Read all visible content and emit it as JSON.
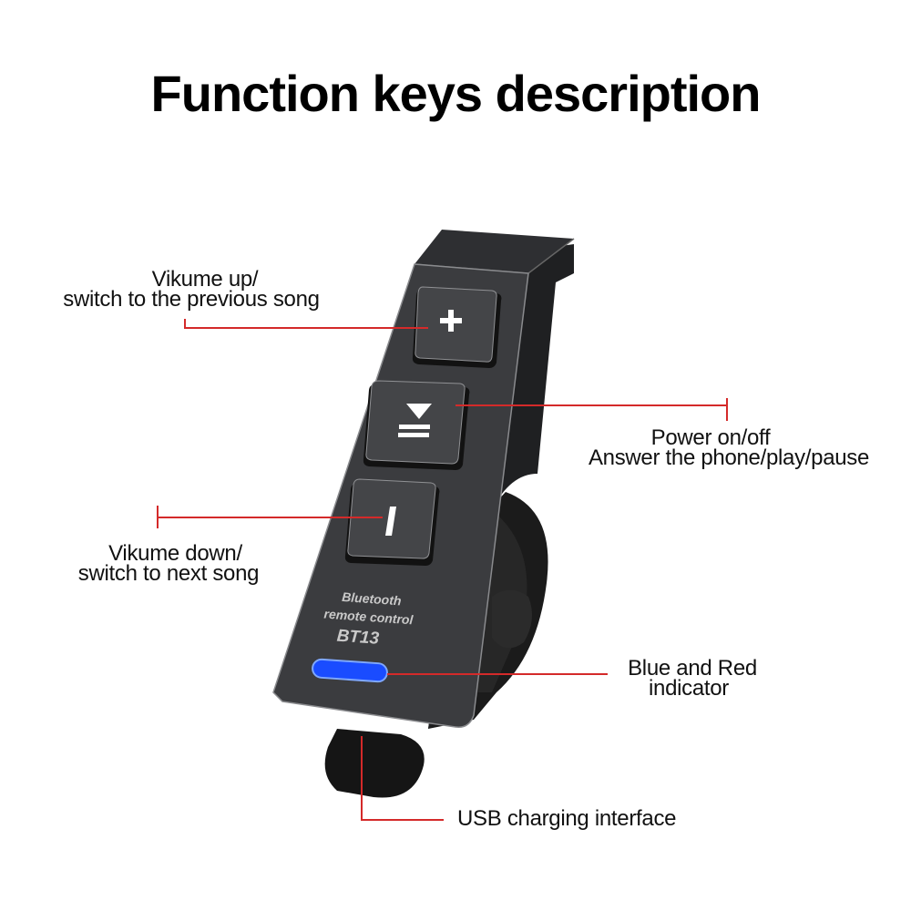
{
  "header": {
    "title": "Function keys description"
  },
  "callouts": {
    "volume_up": {
      "line1": "Vikume up/",
      "line2": "switch to the previous song"
    },
    "power": {
      "line1": "Power on/off",
      "line2": "Answer the phone/play/pause"
    },
    "volume_down": {
      "line1": "Vikume down/",
      "line2": "switch to next song"
    },
    "indicator": {
      "line1": "Blue and Red",
      "line2": "indicator"
    },
    "usb": {
      "line1": "USB charging interface"
    }
  },
  "device": {
    "brand_line1": "Bluetooth",
    "brand_line2": "remote control",
    "model": "BT13",
    "buttons": [
      {
        "icon": "plus-icon",
        "function": "volume-up"
      },
      {
        "icon": "play-pause-icon",
        "function": "power-play-pause"
      },
      {
        "icon": "minus-icon",
        "function": "volume-down"
      }
    ],
    "indicator_color": "#1a4cff"
  },
  "colors": {
    "leader_line": "#d42a2a",
    "body": "#3a3b3e",
    "body_dark": "#1e1f21"
  }
}
